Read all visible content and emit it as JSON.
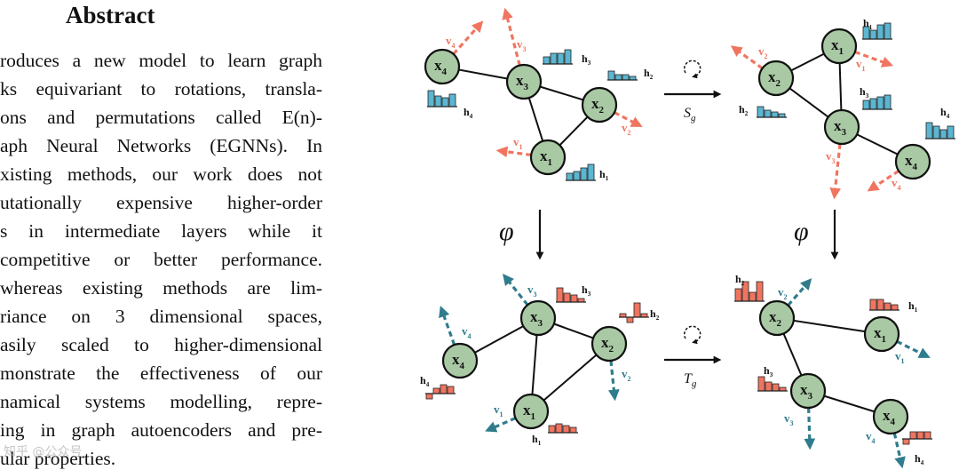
{
  "abstract": {
    "title": "Abstract",
    "lines": [
      "roduces a new model to learn graph",
      "ks equivariant to rotations, transla-",
      "ons and permutations called E(n)-",
      "aph Neural Networks (EGNNs). In",
      "xisting methods, our work does not",
      "utationally expensive higher-order",
      "s in intermediate layers while it",
      "competitive or better performance.",
      "whereas existing methods are lim-",
      "riance on 3 dimensional spaces,",
      "asily scaled to higher-dimensional",
      "monstrate the effectiveness of our",
      "namical systems modelling, repre-",
      "ing in graph autoencoders and pre-",
      "ular properties."
    ]
  },
  "watermark": "知乎 @公众号",
  "figure": {
    "colors": {
      "node_fill": "#a9c9a4",
      "node_stroke": "#111111",
      "velocity_top": "#f07560",
      "velocity_bottom": "#2f7c8c",
      "hist_top": "#5bb6d1",
      "hist_bottom": "#f07560"
    },
    "operators": {
      "S": "S",
      "S_sub": "g",
      "T": "T",
      "T_sub": "g",
      "phi": "φ"
    },
    "panels": [
      {
        "id": "top-left",
        "nodes": [
          {
            "name": "x4",
            "label": "x",
            "sub": "4"
          },
          {
            "name": "x3",
            "label": "x",
            "sub": "3"
          },
          {
            "name": "x2",
            "label": "x",
            "sub": "2"
          },
          {
            "name": "x1",
            "label": "x",
            "sub": "1"
          }
        ],
        "velocities": [
          {
            "label": "v",
            "sub": "4"
          },
          {
            "label": "v",
            "sub": "3"
          },
          {
            "label": "v",
            "sub": "2"
          },
          {
            "label": "v",
            "sub": "1"
          }
        ],
        "features": [
          {
            "label": "h",
            "sub": "4"
          },
          {
            "label": "h",
            "sub": "3"
          },
          {
            "label": "h",
            "sub": "2"
          },
          {
            "label": "h",
            "sub": "1"
          }
        ]
      },
      {
        "id": "top-right",
        "nodes": [
          {
            "name": "x1",
            "label": "x",
            "sub": "1"
          },
          {
            "name": "x2",
            "label": "x",
            "sub": "2"
          },
          {
            "name": "x3",
            "label": "x",
            "sub": "3"
          },
          {
            "name": "x4",
            "label": "x",
            "sub": "4"
          }
        ],
        "velocities": [
          {
            "label": "v",
            "sub": "2"
          },
          {
            "label": "v",
            "sub": "1"
          },
          {
            "label": "v",
            "sub": "3"
          },
          {
            "label": "v",
            "sub": "4"
          }
        ],
        "features": [
          {
            "label": "h",
            "sub": "1"
          },
          {
            "label": "h",
            "sub": "3"
          },
          {
            "label": "h",
            "sub": "2"
          },
          {
            "label": "h",
            "sub": "4"
          }
        ]
      },
      {
        "id": "bottom-left",
        "nodes": [
          {
            "name": "x3",
            "label": "x",
            "sub": "3"
          },
          {
            "name": "x4",
            "label": "x",
            "sub": "4"
          },
          {
            "name": "x2",
            "label": "x",
            "sub": "2"
          },
          {
            "name": "x1",
            "label": "x",
            "sub": "1"
          }
        ],
        "velocities": [
          {
            "label": "v",
            "sub": "3"
          },
          {
            "label": "v",
            "sub": "4"
          },
          {
            "label": "v",
            "sub": "2"
          },
          {
            "label": "v",
            "sub": "1"
          }
        ],
        "features": [
          {
            "label": "h",
            "sub": "3"
          },
          {
            "label": "h",
            "sub": "2"
          },
          {
            "label": "h",
            "sub": "4"
          },
          {
            "label": "h",
            "sub": "1"
          }
        ]
      },
      {
        "id": "bottom-right",
        "nodes": [
          {
            "name": "x2",
            "label": "x",
            "sub": "2"
          },
          {
            "name": "x1",
            "label": "x",
            "sub": "1"
          },
          {
            "name": "x3",
            "label": "x",
            "sub": "3"
          },
          {
            "name": "x4",
            "label": "x",
            "sub": "4"
          }
        ],
        "velocities": [
          {
            "label": "v",
            "sub": "2"
          },
          {
            "label": "v",
            "sub": "1"
          },
          {
            "label": "v",
            "sub": "3"
          },
          {
            "label": "v",
            "sub": "4"
          }
        ],
        "features": [
          {
            "label": "h",
            "sub": "2"
          },
          {
            "label": "h",
            "sub": "1"
          },
          {
            "label": "h",
            "sub": "3"
          },
          {
            "label": "h",
            "sub": "4"
          }
        ]
      }
    ]
  }
}
